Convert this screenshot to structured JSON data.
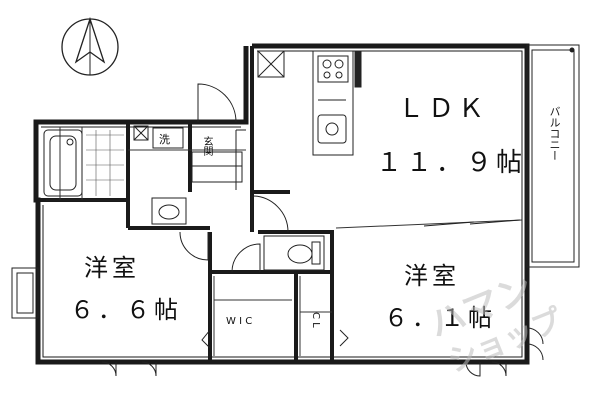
{
  "rooms": {
    "ldk": {
      "name": "ＬＤＫ",
      "size": "１１．９帖"
    },
    "western_left": {
      "name": "洋室",
      "size": "６．６帖"
    },
    "western_right": {
      "name": "洋室",
      "size": "６．１帖"
    }
  },
  "labels": {
    "balcony": "バルコニー",
    "entrance": "玄関",
    "wash": "洗",
    "wic": "W I C",
    "closet": "C L"
  },
  "watermark": {
    "line1": "ハマン",
    "line2": "ショップ"
  },
  "compass": {
    "north_icon": "compass-north-arrow-icon"
  },
  "colors": {
    "wall": "#1a1a1a",
    "line": "#222222",
    "watermark": "#bebebe"
  }
}
